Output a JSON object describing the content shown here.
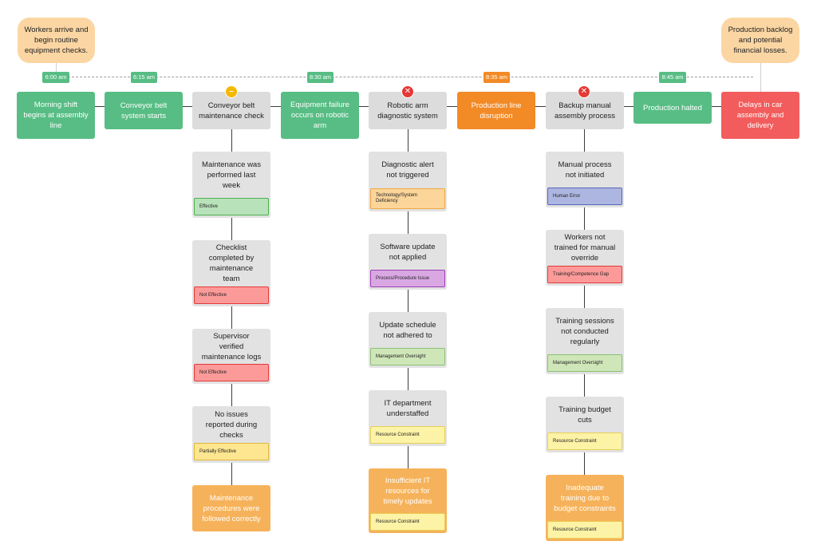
{
  "bubbles": {
    "start": "Workers arrive and begin routine equipment checks.",
    "end": "Production backlog and potential financial losses."
  },
  "times": [
    "6:00 am",
    "6:15 am",
    "8:30 am",
    "8:35 am",
    "8:45 am"
  ],
  "steps": [
    {
      "label": "Morning shift begins at assembly line",
      "color": "#57bd84"
    },
    {
      "label": "Conveyor belt system starts",
      "color": "#57bd84"
    },
    {
      "label": "Conveyor belt maintenance check",
      "color": "#dcdcdc",
      "status": "partial",
      "status_symbol": "–"
    },
    {
      "label": "Equipment failure occurs on robotic arm",
      "color": "#57bd84"
    },
    {
      "label": "Robotic arm diagnostic system",
      "color": "#dcdcdc",
      "status": "failed",
      "status_symbol": "✕"
    },
    {
      "label": "Production line disruption",
      "color": "#f28a26"
    },
    {
      "label": "Backup manual assembly process",
      "color": "#dcdcdc",
      "status": "failed",
      "status_symbol": "✕"
    },
    {
      "label": "Production halted",
      "color": "#57bd84"
    },
    {
      "label": "Delays in car assembly and delivery",
      "color": "#f25c5c"
    }
  ],
  "branches": {
    "conveyor": {
      "items": [
        {
          "text": "Maintenance was performed last week",
          "tag": "Effective"
        },
        {
          "text": "Checklist completed by maintenance team",
          "tag": "Not Effective"
        },
        {
          "text": "Supervisor verified maintenance logs",
          "tag": "Not Effective"
        },
        {
          "text": "No issues reported during checks",
          "tag": "Partially Effective"
        }
      ],
      "final": {
        "text": "Maintenance procedures were followed correctly"
      }
    },
    "robotic": {
      "items": [
        {
          "text": "Diagnostic alert not triggered",
          "tag": "Technology/System Deficiency"
        },
        {
          "text": "Software update not applied",
          "tag": "Process/Procedure Issue"
        },
        {
          "text": "Update schedule not adhered to",
          "tag": "Management Oversight"
        },
        {
          "text": "IT department understaffed",
          "tag": "Resource Constraint"
        }
      ],
      "final": {
        "text": "Insufficient IT resources for timely updates",
        "tag": "Resource Constraint"
      }
    },
    "backup": {
      "items": [
        {
          "text": "Manual process not initiated",
          "tag": "Human Error"
        },
        {
          "text": "Workers not trained for manual override",
          "tag": "Training/Competence Gap"
        },
        {
          "text": "Training sessions not conducted regularly",
          "tag": "Management Oversight"
        },
        {
          "text": "Training budget cuts",
          "tag": "Resource Constraint"
        }
      ],
      "final": {
        "text": "Inadequate training due to budget constraints",
        "tag": "Resource Constraint"
      }
    }
  }
}
